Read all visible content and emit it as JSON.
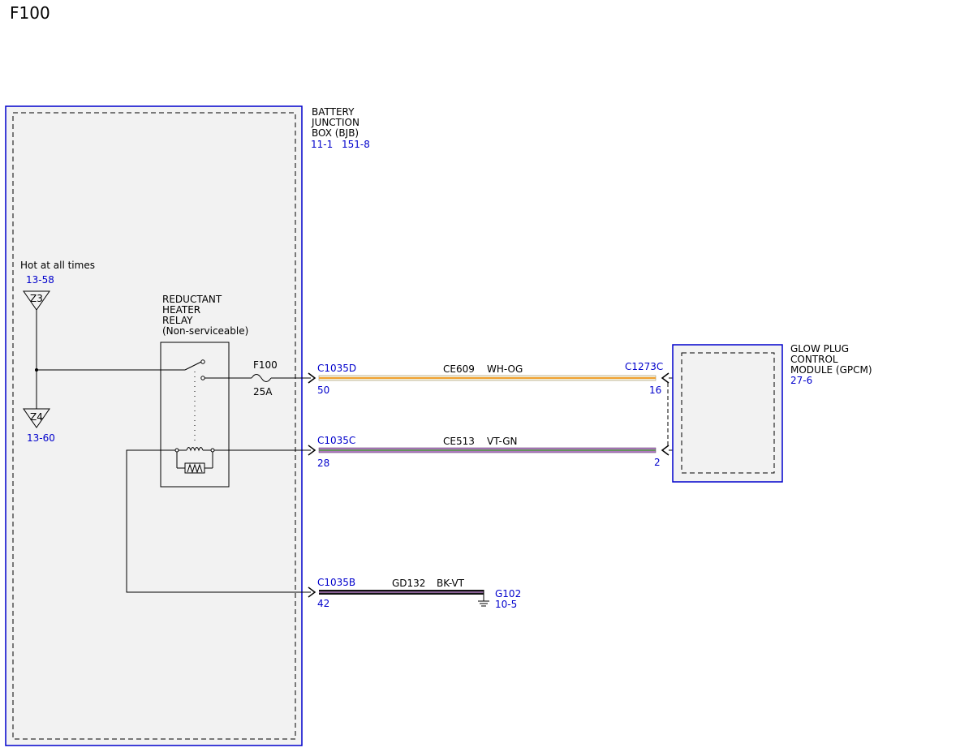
{
  "page_title": "F100",
  "colors": {
    "module_border": "#0000cc",
    "ref_text": "#0000cc",
    "module_fill": "#f2f2f2",
    "wire_wh_og_base": "#f5f0d8",
    "wire_wh_og_stripe": "#f0a030",
    "wire_vt_gn_base": "#b07ac0",
    "wire_vt_gn_stripe": "#4a9a3a",
    "wire_bk_vt_base": "#111111",
    "wire_bk_vt_stripe": "#b07ac0"
  },
  "bjb": {
    "name_line1": "BATTERY",
    "name_line2": "JUNCTION",
    "name_line3": "BOX (BJB)",
    "ref1": "11-1",
    "ref2": "151-8"
  },
  "power": {
    "label": "Hot at all times",
    "z3_ref": "13-58",
    "z3_label": "Z3",
    "z4_label": "Z4",
    "z4_ref": "13-60"
  },
  "relay": {
    "line1": "REDUCTANT",
    "line2": "HEATER",
    "line3": "RELAY",
    "line4": "(Non-serviceable)"
  },
  "fuse": {
    "name": "F100",
    "rating": "25A"
  },
  "gpcm": {
    "line1": "GLOW PLUG",
    "line2": "CONTROL",
    "line3": "MODULE (GPCM)",
    "ref": "27-6"
  },
  "wires": [
    {
      "connector": "C1035D",
      "pin": "50",
      "circuit": "CE609",
      "color": "WH-OG",
      "end_connector": "C1273C",
      "end_pin": "16"
    },
    {
      "connector": "C1035C",
      "pin": "28",
      "circuit": "CE513",
      "color": "VT-GN",
      "end_connector": "",
      "end_pin": "2"
    },
    {
      "connector": "C1035B",
      "pin": "42",
      "circuit": "GD132",
      "color": "BK-VT",
      "end_connector": "G102",
      "end_pin": "10-5"
    }
  ]
}
